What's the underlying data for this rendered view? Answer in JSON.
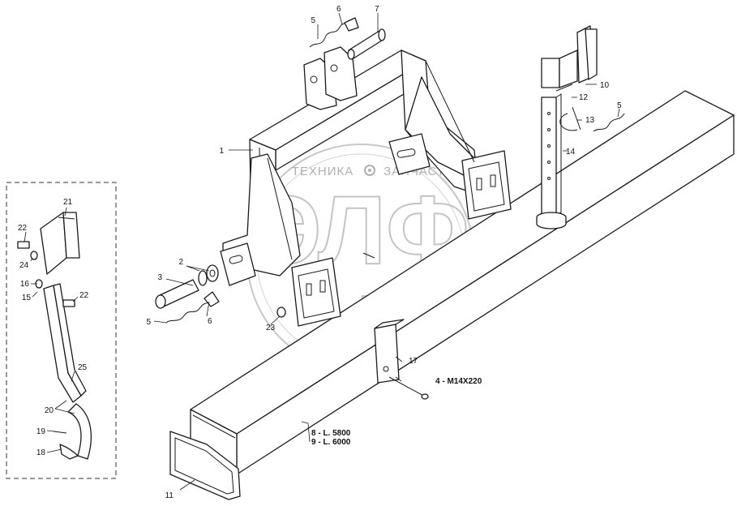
{
  "watermark": {
    "line1_left": "ТЕХНИКА",
    "line1_right": "ЗАПЧАСТИ",
    "logo_letters": "ЭЛФ",
    "emblem_icon": "gear-icon"
  },
  "callouts": {
    "c1": "1",
    "c2": "2",
    "c3": "3",
    "c4": "4 - M14X220",
    "c5a": "5",
    "c5b": "5",
    "c5c": "5",
    "c6a": "6",
    "c6b": "6",
    "c7": "7",
    "c8": "8 - L. 5800",
    "c9": "9 - L. 6000",
    "c10": "10",
    "c11": "11",
    "c12": "12",
    "c13": "13",
    "c14": "14",
    "c15": "15",
    "c16": "16",
    "c17": "17",
    "c18": "18",
    "c19": "19",
    "c20": "20",
    "c21": "21",
    "c22a": "22",
    "c22b": "22",
    "c23": "23",
    "c24": "24",
    "c25": "25"
  },
  "colors": {
    "line": "#1a1a1a",
    "watermark": "#c4c4c4",
    "background": "#ffffff"
  }
}
